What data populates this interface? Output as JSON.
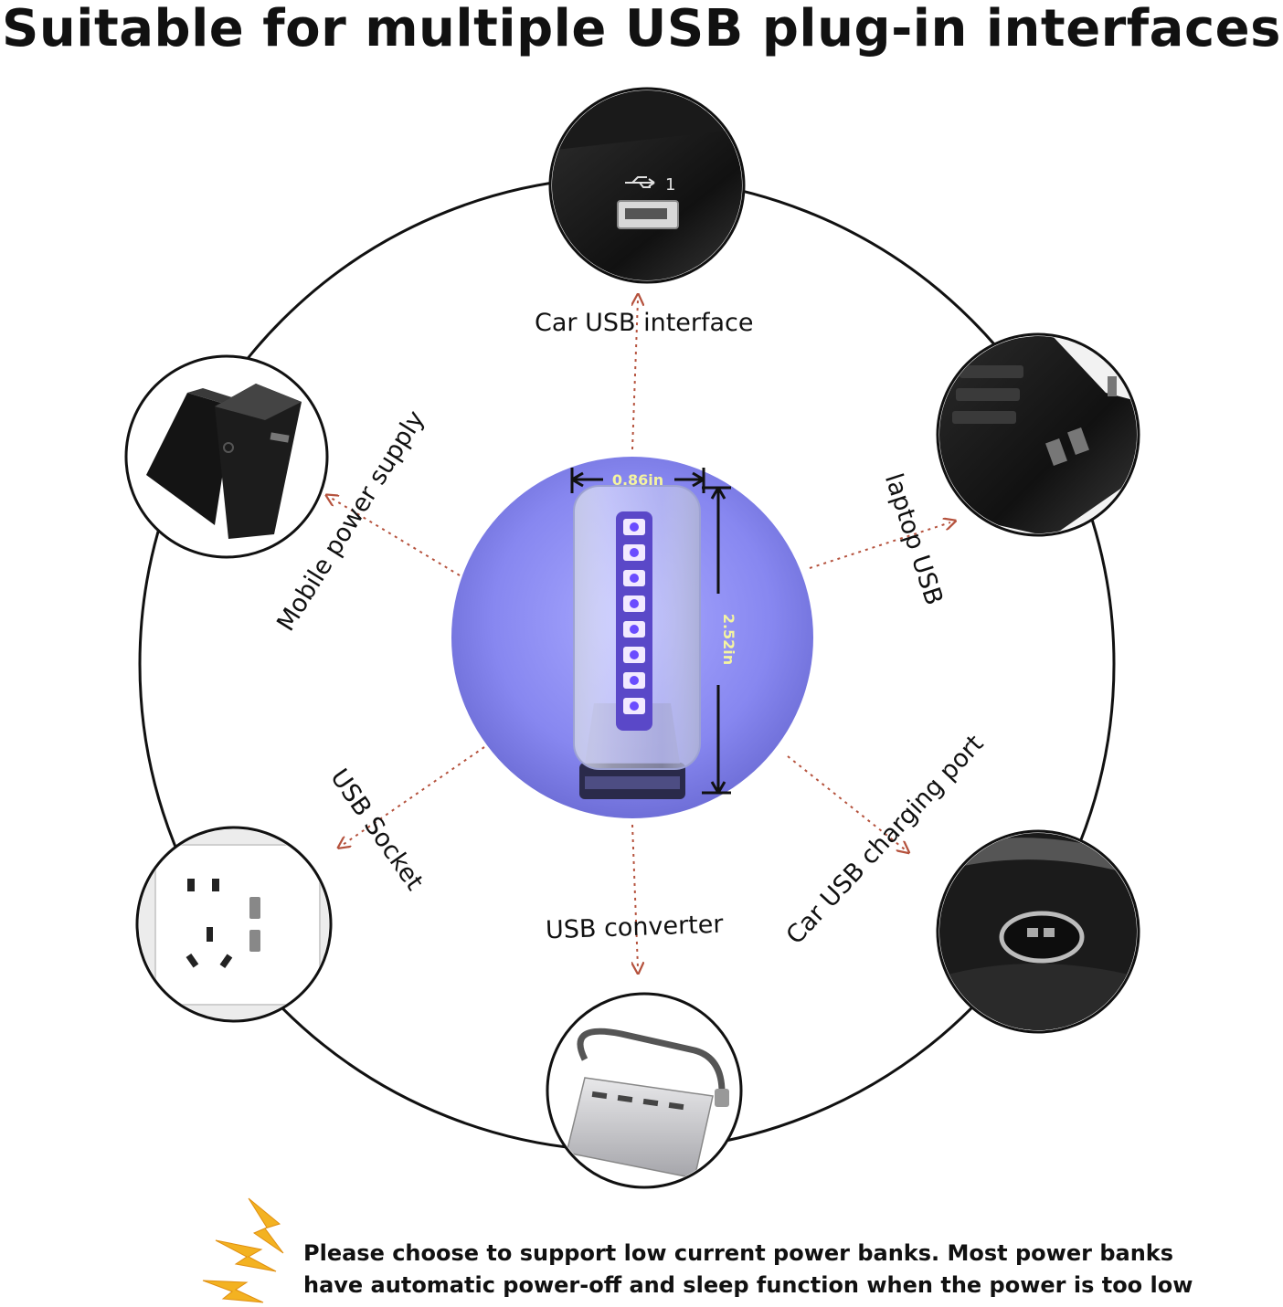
{
  "title": "Suitable for multiple USB plug-in interfaces",
  "product": {
    "width_label": "0.86in",
    "height_label": "2.52in",
    "led_color": "#6a4cff",
    "background_color": "#8787f0"
  },
  "interfaces": [
    {
      "label": "Car USB interface",
      "icon": "car-usb-port-icon"
    },
    {
      "label": "laptop USB",
      "icon": "laptop-usb-ports-icon"
    },
    {
      "label": "Car USB charging port",
      "icon": "car-charger-socket-icon"
    },
    {
      "label": "USB converter",
      "icon": "usb-hub-icon"
    },
    {
      "label": "USB Socket",
      "icon": "wall-socket-icon"
    },
    {
      "label": "Mobile power supply",
      "icon": "power-bank-icon"
    }
  ],
  "port_badge": "1",
  "note": {
    "line1": "Please choose to support low current power banks. Most power banks",
    "line2": "have automatic power-off and sleep function when the power is too low",
    "icon": "lightning-warning-icon",
    "icon_color": "#f3b221"
  },
  "colors": {
    "ring": "#111111",
    "arrow": "#b5523d"
  }
}
